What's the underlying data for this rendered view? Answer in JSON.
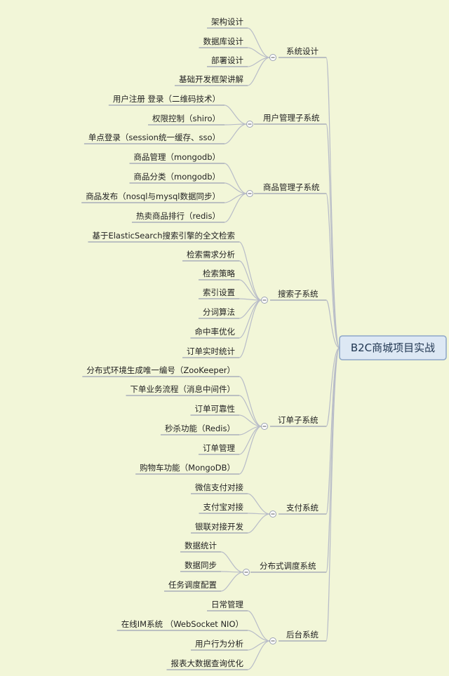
{
  "root": {
    "label": "B2C商城项目实战"
  },
  "branches": [
    {
      "label": "系统设计",
      "children": [
        "架构设计",
        "数据库设计",
        "部署设计",
        "基础开发框架讲解"
      ]
    },
    {
      "label": "用户管理子系统",
      "children": [
        "用户注册 登录（二维码技术）",
        "权限控制（shiro）",
        "单点登录（session统一缓存、sso）"
      ]
    },
    {
      "label": "商品管理子系统",
      "children": [
        "商品管理（mongodb）",
        "商品分类（mongodb）",
        "商品发布（nosql与mysql数据同步）",
        "热卖商品排行（redis）"
      ]
    },
    {
      "label": "搜索子系统",
      "children": [
        "基于ElasticSearch搜索引擎的全文检索",
        "检索需求分析",
        "检索策略",
        "索引设置",
        "分词算法",
        "命中率优化",
        "订单实时统计"
      ]
    },
    {
      "label": "订单子系统",
      "children": [
        "分布式环境生成唯一编号（ZooKeeper）",
        "下单业务流程（消息中间件）",
        "订单可靠性",
        "秒杀功能（Redis）",
        "订单管理",
        "购物车功能（MongoDB）"
      ]
    },
    {
      "label": "支付系统",
      "children": [
        "微信支付对接",
        "支付宝对接",
        "银联对接开发"
      ]
    },
    {
      "label": "分布式调度系统",
      "children": [
        "数据统计",
        "数据同步",
        "任务调度配置"
      ]
    },
    {
      "label": "后台系统",
      "children": [
        "日常管理",
        "在线IM系统 （WebSocket NIO）",
        "用户行为分析",
        "报表大数据查询优化"
      ]
    }
  ]
}
